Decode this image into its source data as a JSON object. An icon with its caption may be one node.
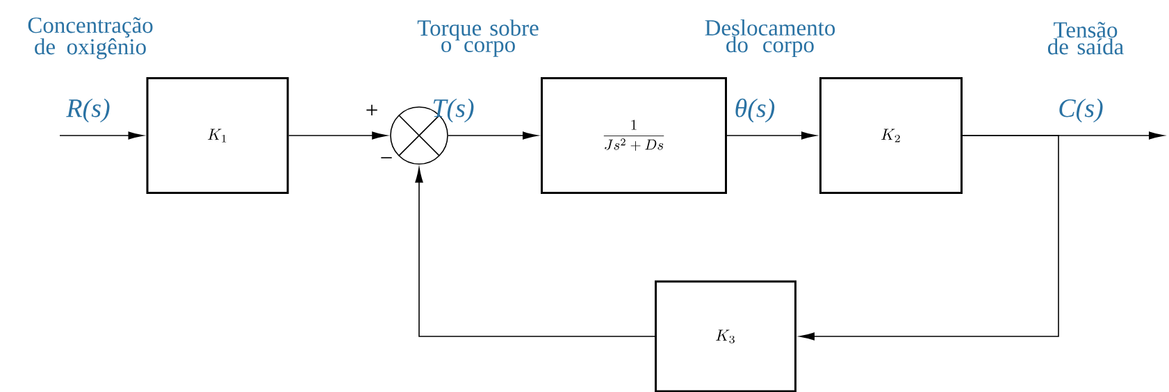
{
  "diagram": {
    "nodes": [
      {
        "text": [
          "K_1"
        ]
      },
      {
        "text": [],
        "shape": "circle"
      },
      {
        "text": [
          "\\frac{1}{Js^{2}+Ds}"
        ]
      },
      {
        "text": [
          "K_2"
        ]
      },
      {
        "text": [
          "K_3"
        ]
      }
    ],
    "edges": [
      {
        "from": null,
        "to": 0,
        "arrow": "to",
        "label": "R(s)"
      },
      {
        "from": 0,
        "to": 1,
        "arrow": "to"
      },
      {
        "from": 1,
        "to": 2,
        "arrow": "to",
        "label": "T(s)"
      },
      {
        "from": 2,
        "to": 3,
        "arrow": "to",
        "label": "θ(s)"
      },
      {
        "from": 3,
        "to": null,
        "arrow": "to",
        "label": "C(s)"
      },
      {
        "from": 3,
        "to": 4,
        "arrow": "to"
      },
      {
        "from": 4,
        "to": 1,
        "arrow": "to"
      }
    ],
    "labels": [
      "Concentração de oxigênio",
      "Torque sobre o corpo",
      "Deslocamento do corpo",
      "Tensão de saída",
      "+",
      "−"
    ]
  }
}
